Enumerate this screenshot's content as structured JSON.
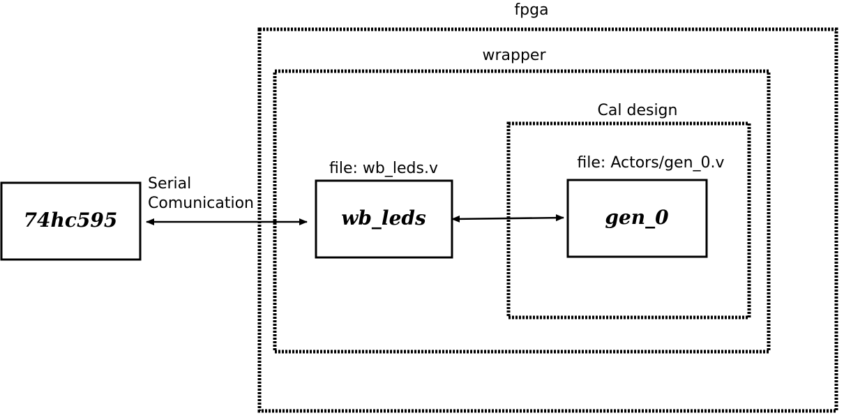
{
  "containers": {
    "fpga": {
      "label": "fpga"
    },
    "wrapper": {
      "label": "wrapper"
    },
    "cal_design": {
      "label": "Cal design"
    }
  },
  "blocks": {
    "chip": {
      "name": "74hc595"
    },
    "wb_leds": {
      "name": "wb_leds",
      "file": "file: wb_leds.v"
    },
    "gen_0": {
      "name": "gen_0",
      "file": "file: Actors/gen_0.v"
    }
  },
  "links": {
    "serial": {
      "line1": "Serial",
      "line2": "Comunication"
    }
  },
  "colors": {
    "stroke": "#000000",
    "background": "#ffffff"
  }
}
